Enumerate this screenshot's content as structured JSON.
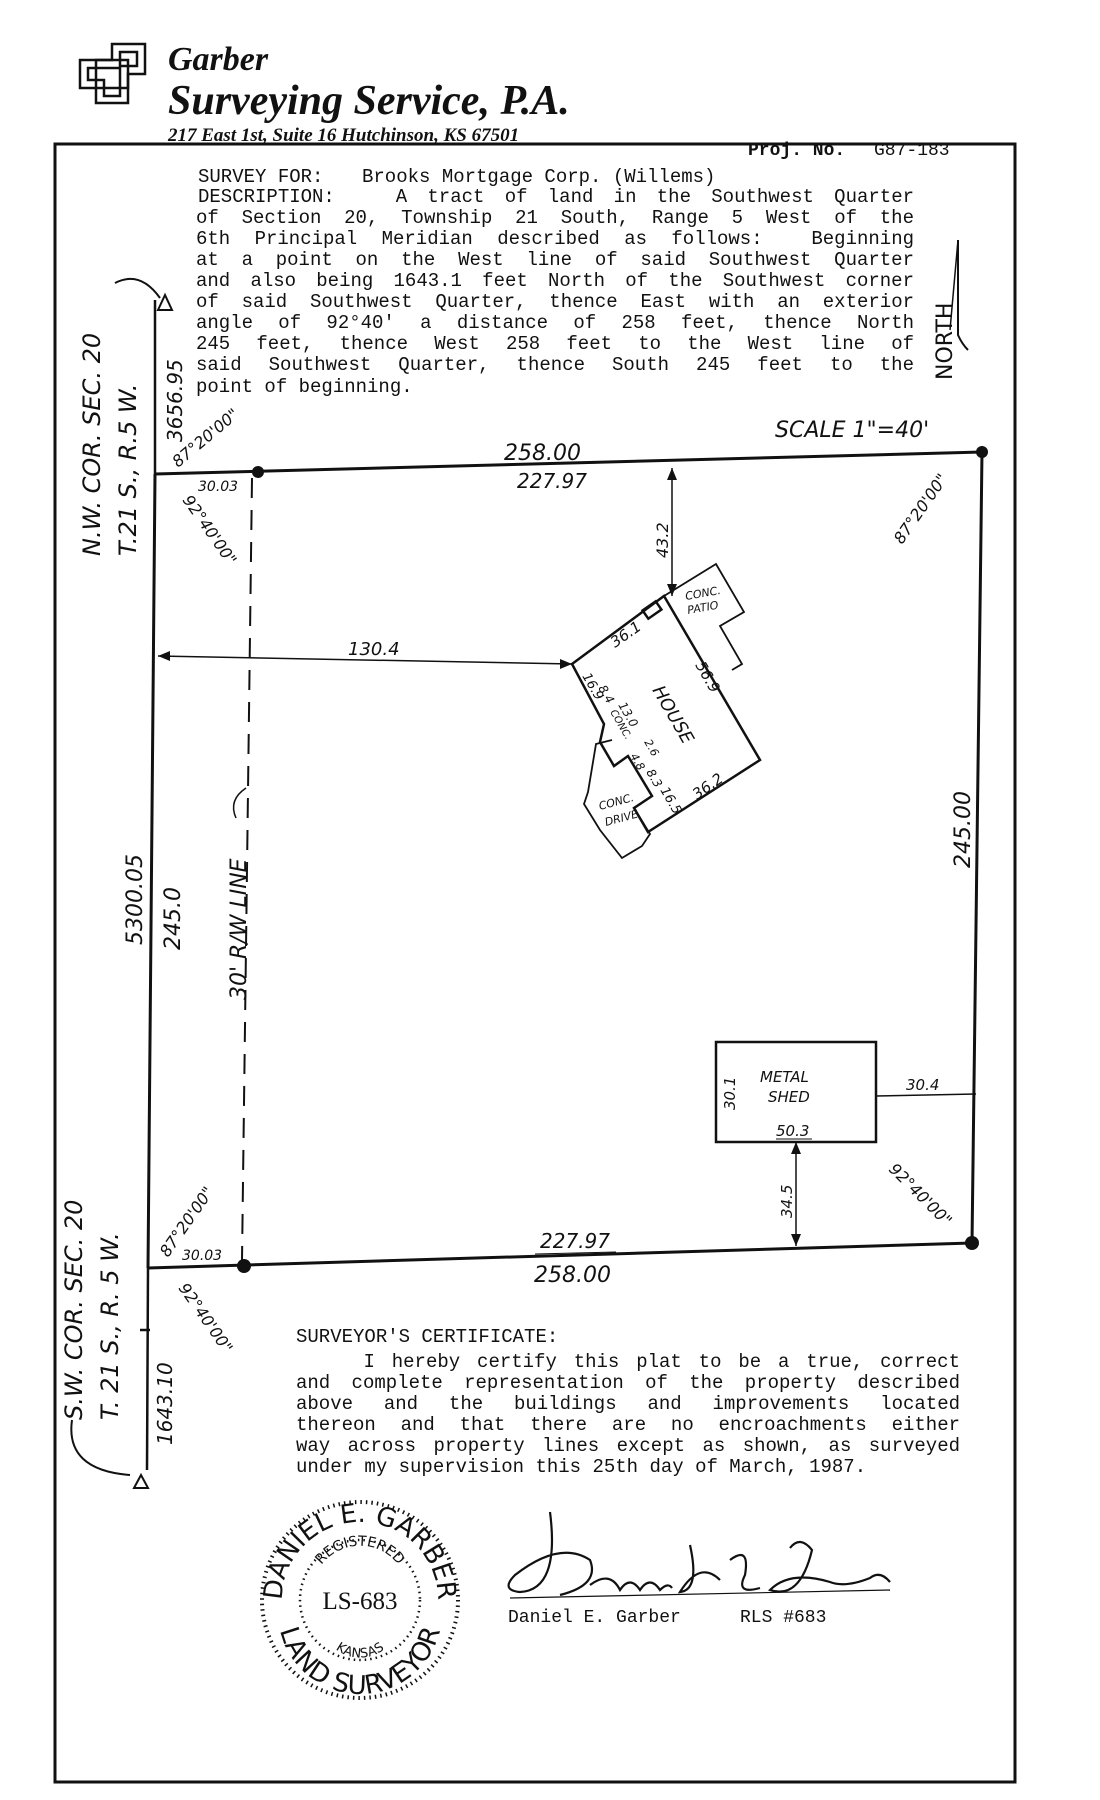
{
  "header": {
    "company_line1": "Garber",
    "company_line2": "Surveying Service, P.A.",
    "address": "217 East 1st, Suite 16  Hutchinson, KS 67501",
    "proj_label": "Proj. No.",
    "proj_number": "G87-183"
  },
  "description": {
    "survey_for_label": "SURVEY FOR:",
    "survey_for_value": "Brooks Mortgage Corp. (Willems)",
    "lines": [
      "DESCRIPTION:   A tract of land in the Southwest Quarter",
      "of Section 20, Township 21 South, Range 5 West of the",
      "6th Principal Meridian described as follows:  Beginning",
      "at a point on the West line of said Southwest Quarter",
      "and also being 1643.1 feet North of the Southwest corner",
      "of said Southwest Quarter, thence East with an exterior",
      "angle of 92°40' a distance of 258 feet, thence North",
      "245 feet, thence West 258 feet to the West line of",
      "said Southwest Quarter, thence South 245 feet to the",
      "point of beginning."
    ]
  },
  "plat": {
    "north_label": "NORTH",
    "scale": "SCALE  1\"=40'",
    "nw_corner": [
      "N.W. COR. SEC. 20",
      "T.21 S., R.5 W."
    ],
    "sw_corner": [
      "S.W. COR. SEC. 20",
      "T. 21 S., R. 5 W."
    ],
    "dist_north_section": "3656.95",
    "dist_west_line": "5300.05",
    "dist_south_section": "1643.10",
    "top_outer": "258.00",
    "top_inner": "227.97",
    "bottom_outer": "258.00",
    "bottom_inner": "227.97",
    "west_side": "245.0",
    "east_side": "245.00",
    "nw_offset": "30.03",
    "sw_offset": "30.03",
    "angle_nw": "87°20'00\"",
    "angle_nw_inner": "92°40'00\"",
    "angle_ne": "87°20'00\"",
    "angle_sw": "87°20'00\"",
    "angle_sw_inner": "92°40'00\"",
    "angle_se": "92°40'00\"",
    "row_label": "30' R/W LINE",
    "house_to_west": "130.4",
    "house_to_north": "43.2",
    "house_label": "HOUSE",
    "house_dims": {
      "d36_1": "36.1",
      "d56_9": "56.9",
      "d16_9": "16.9",
      "d8_4a": "8.4",
      "d13_0": "13.0",
      "d2_6": "2.6",
      "d4_8": "4.8",
      "d8_3": "8.3",
      "d16_5": "16.5",
      "d36_2": "36.2"
    },
    "patio_label": [
      "CONC.",
      "PATIO"
    ],
    "conc_label": "CONC.",
    "drive_label": [
      "CONC.",
      "DRIVE"
    ],
    "shed_label": [
      "METAL",
      "SHED"
    ],
    "shed_width": "50.3",
    "shed_depth": "30.1",
    "shed_to_east": "30.4",
    "shed_to_south": "34.5"
  },
  "certificate": {
    "title": "SURVEYOR'S CERTIFICATE:",
    "lines": [
      "    I hereby certify this plat to be a true, correct",
      "and complete representation of the property described",
      "above and the buildings and improvements located",
      "thereon and that there are no encroachments either",
      "way across property lines except as shown, as surveyed",
      "under my supervision this 25th day of March, 1987."
    ],
    "signer": "Daniel E. Garber",
    "rls": "RLS #683"
  },
  "seal": {
    "top_text": "DANIEL E. GARBER",
    "registered": "REGISTERED",
    "license": "LS-683",
    "state": "KANSAS",
    "bottom_text": "LAND SURVEYOR"
  }
}
